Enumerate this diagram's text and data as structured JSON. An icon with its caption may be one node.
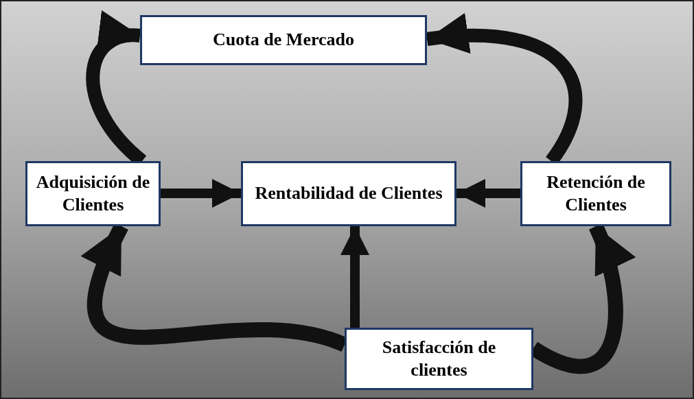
{
  "diagram": {
    "nodes": [
      {
        "text": [
          "Cuota de Mercado"
        ]
      },
      {
        "text": [
          "Adquisición de Clientes"
        ]
      },
      {
        "text": [
          "Rentabilidad de Clientes"
        ]
      },
      {
        "text": [
          "Retención de Clientes"
        ]
      },
      {
        "text": [
          "Satisfacción de clientes"
        ]
      }
    ],
    "edges": [
      {
        "from": 1,
        "to": 0,
        "arrow": "to"
      },
      {
        "from": 3,
        "to": 0,
        "arrow": "to"
      },
      {
        "from": 1,
        "to": 2,
        "arrow": "to"
      },
      {
        "from": 3,
        "to": 2,
        "arrow": "to"
      },
      {
        "from": 4,
        "to": 2,
        "arrow": "to"
      },
      {
        "from": 4,
        "to": 1,
        "arrow": "to"
      },
      {
        "from": 4,
        "to": 3,
        "arrow": "to"
      }
    ]
  }
}
